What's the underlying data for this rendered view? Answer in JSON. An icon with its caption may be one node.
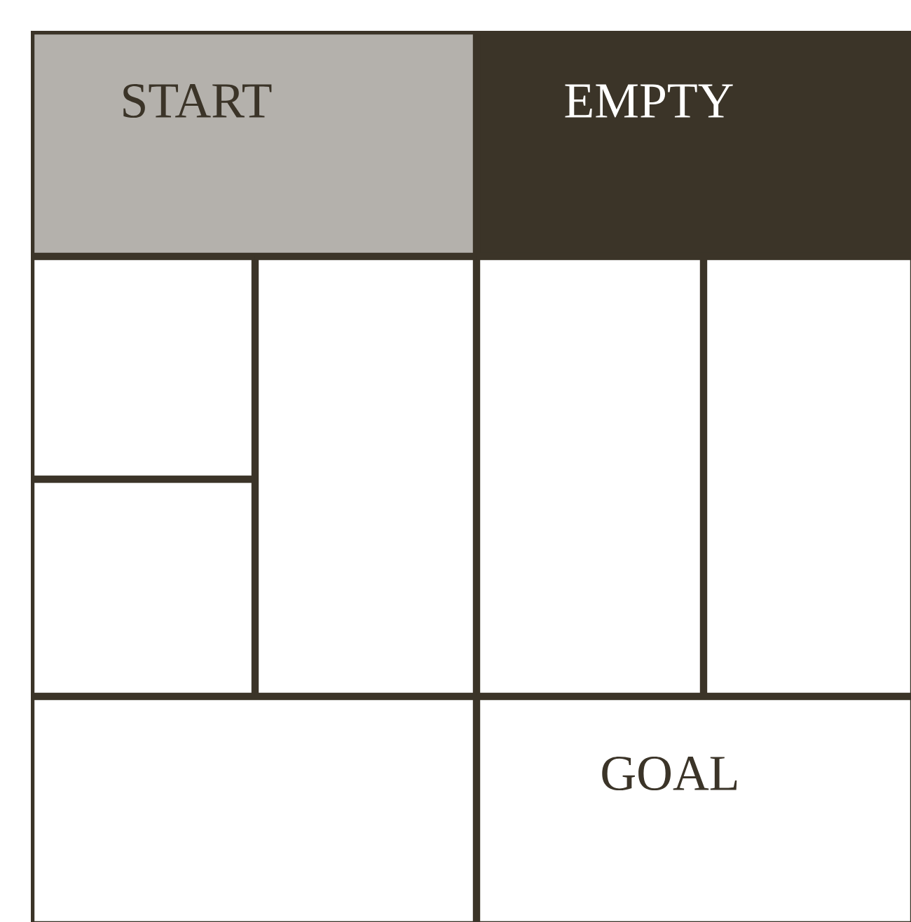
{
  "diagram": {
    "nodes": [
      {
        "text": [
          "START"
        ]
      },
      {
        "text": [
          "EMPTY"
        ]
      },
      {
        "text": [],
        "shape": "box"
      },
      {
        "text": [],
        "shape": "box"
      },
      {
        "text": [],
        "shape": "box"
      },
      {
        "text": [],
        "shape": "box"
      },
      {
        "text": [],
        "shape": "box"
      },
      {
        "text": [],
        "shape": "box"
      },
      {
        "text": [
          "GOAL"
        ]
      }
    ]
  }
}
